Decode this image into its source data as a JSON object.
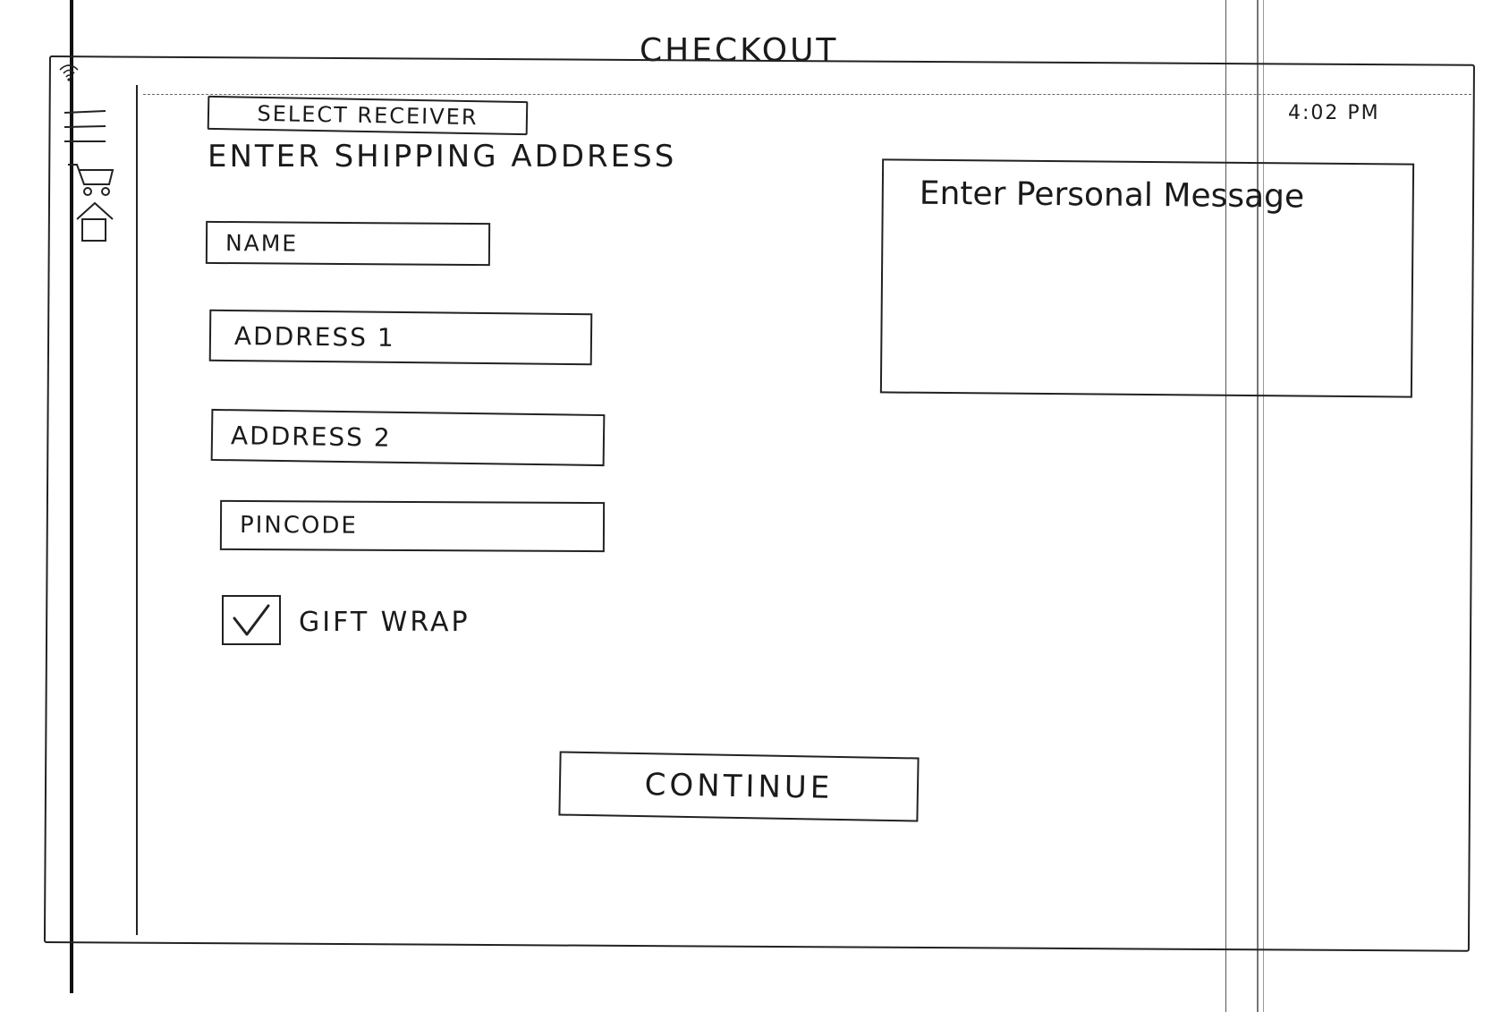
{
  "header": {
    "title": "CHECKOUT"
  },
  "status_bar": {
    "time": "4:02 PM",
    "wifi_icon": "wifi-icon"
  },
  "sidebar": {
    "icons": [
      "menu-icon",
      "cart-icon",
      "home-icon"
    ]
  },
  "toolbar": {
    "select_receiver_label": "SELECT RECEIVER"
  },
  "shipping": {
    "heading": "ENTER SHIPPING ADDRESS",
    "fields": {
      "name": "NAME",
      "address1": "ADDRESS 1",
      "address2": "ADDRESS 2",
      "pincode": "PINCODE"
    }
  },
  "gift_wrap": {
    "label": "GIFT WRAP",
    "checked": true
  },
  "message": {
    "placeholder": "Enter Personal Message"
  },
  "actions": {
    "continue_label": "CONTINUE"
  }
}
